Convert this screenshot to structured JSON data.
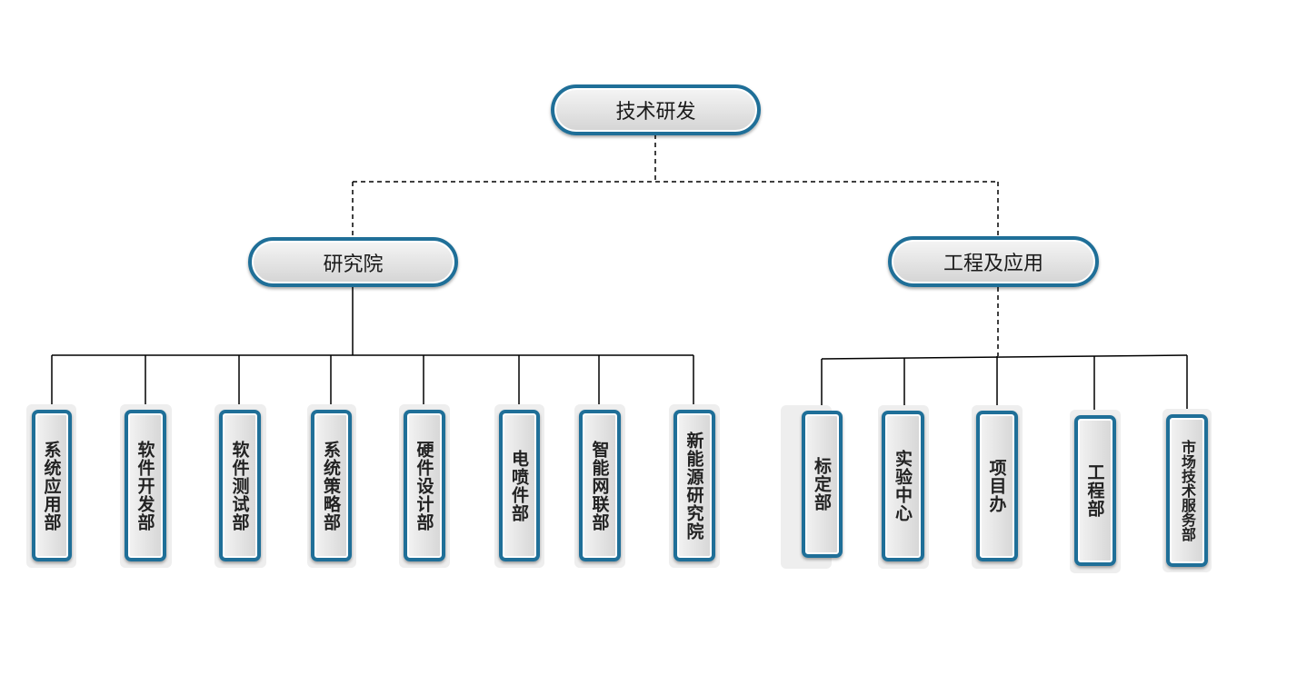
{
  "root": {
    "label": "技术研发"
  },
  "branch_left": {
    "label": "研究院"
  },
  "branch_right": {
    "label": "工程及应用"
  },
  "left_units": [
    {
      "label": "系统应用部"
    },
    {
      "label": "软件开发部"
    },
    {
      "label": "软件测试部"
    },
    {
      "label": "系统策略部"
    },
    {
      "label": "硬件设计部"
    },
    {
      "label": "电喷件部"
    },
    {
      "label": "智能网联部"
    },
    {
      "label": "新能源研究院"
    }
  ],
  "right_units": [
    {
      "label": "标定部"
    },
    {
      "label": "实验中心"
    },
    {
      "label": "项目办"
    },
    {
      "label": "工程部"
    },
    {
      "label": "市场技术服务部"
    }
  ],
  "colors": {
    "border": "#1f6f98",
    "line": "#000000",
    "fill_light": "#f5f5f5",
    "fill_dark": "#d4d4d4"
  }
}
